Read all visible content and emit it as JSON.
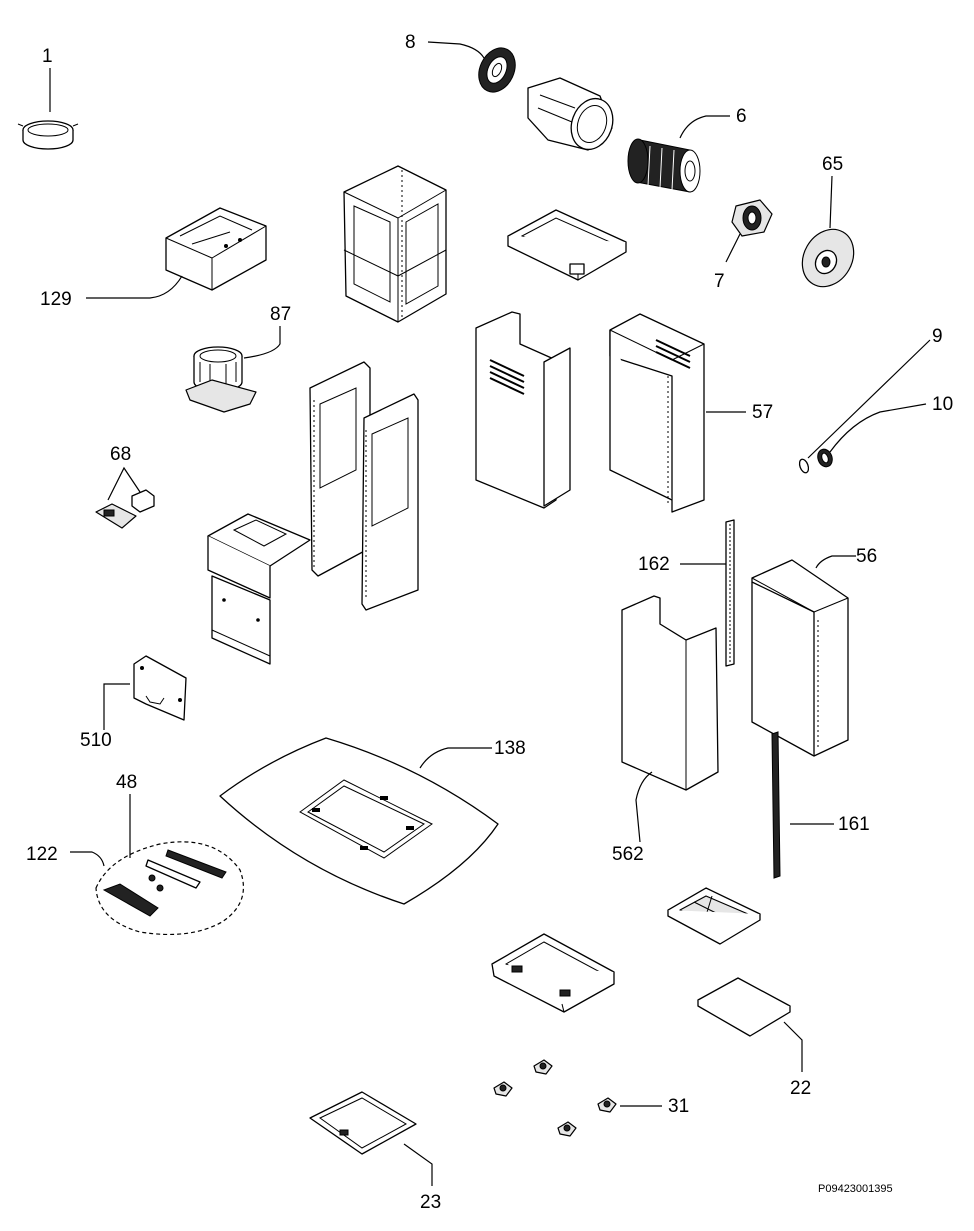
{
  "diagram": {
    "labels": {
      "p1": "1",
      "p8": "8",
      "p6": "6",
      "p65": "65",
      "p7": "7",
      "p129": "129",
      "p87": "87",
      "p9": "9",
      "p10": "10",
      "p57": "57",
      "p68": "68",
      "p162": "162",
      "p56": "56",
      "p510": "510",
      "p138": "138",
      "p48": "48",
      "p122": "122",
      "p161": "161",
      "p562": "562",
      "p22": "22",
      "p31": "31",
      "p23": "23"
    },
    "drawing_code": "P09423001395"
  }
}
